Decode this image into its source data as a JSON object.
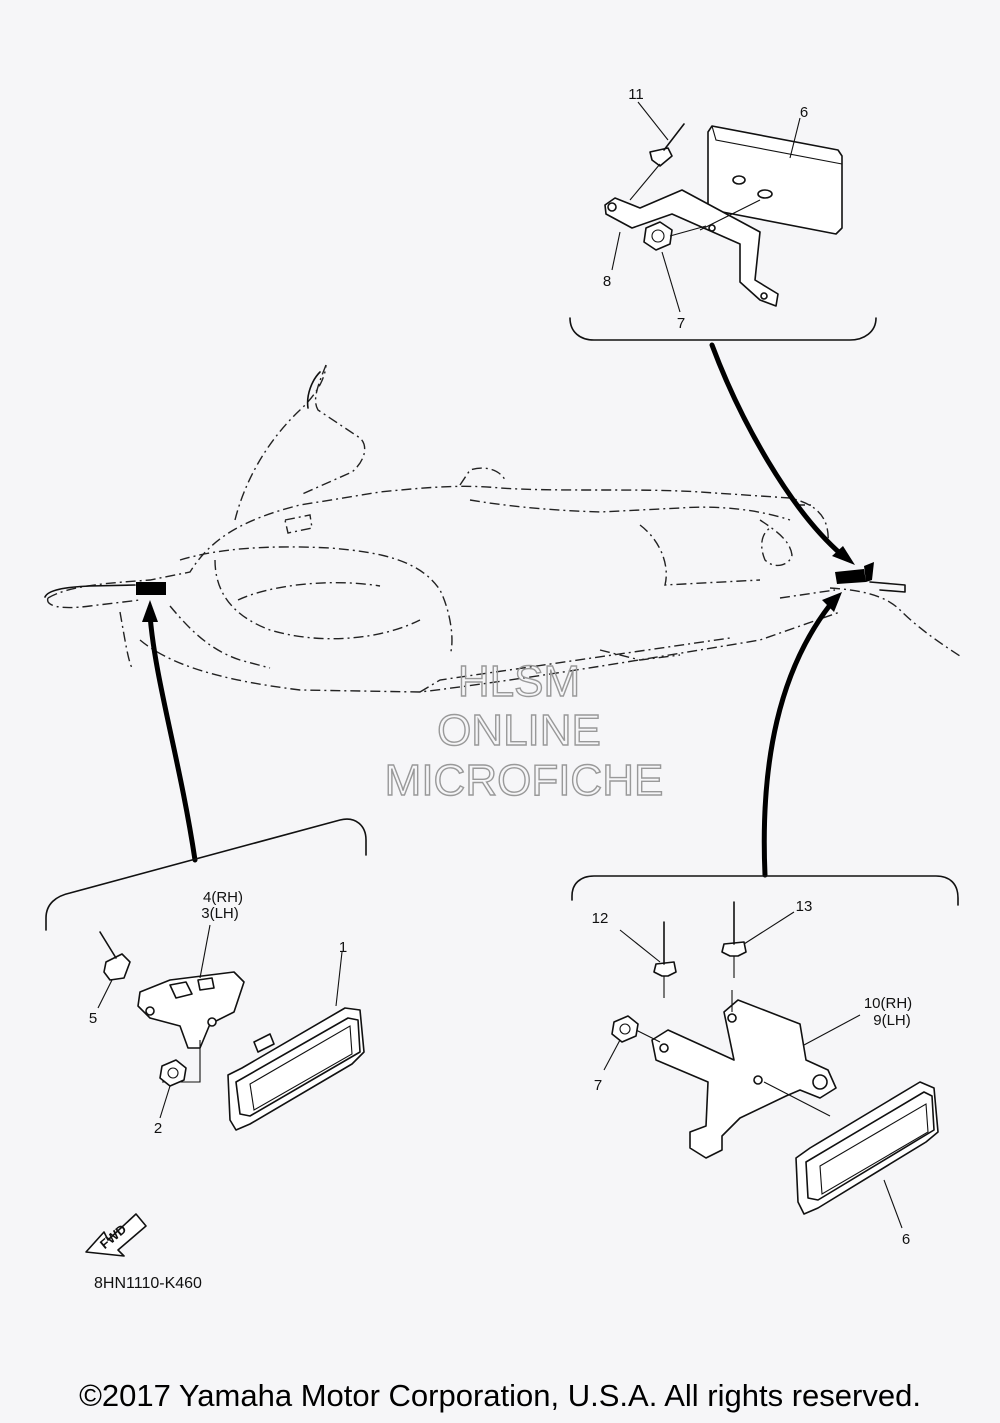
{
  "diagram": {
    "callouts": {
      "c1": "1",
      "c2": "2",
      "c3": "3(LH)",
      "c4": "4(RH)",
      "c5": "5",
      "c6_top": "6",
      "c6_bottom": "6",
      "c7_top": "7",
      "c7_right": "7",
      "c8": "8",
      "c9": "9(LH)",
      "c10": "10(RH)",
      "c11": "11",
      "c12": "12",
      "c13": "13"
    },
    "fwd_label": "FWD",
    "diagram_code": "8HN1110-K460"
  },
  "watermark": {
    "line1": "HLSM",
    "line2": "ONLINE",
    "line3": "MICROFICHE"
  },
  "footer": {
    "copyright": "©2017 Yamaha Motor Corporation, U.S.A. All rights reserved."
  },
  "colors": {
    "background": "#f6f6f8",
    "ink": "#111111",
    "watermark": "#999999"
  }
}
